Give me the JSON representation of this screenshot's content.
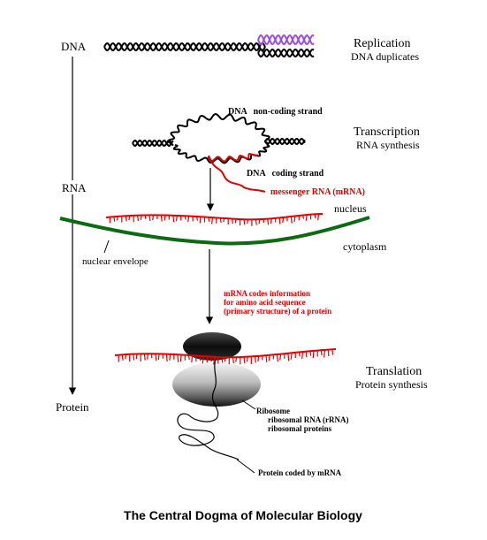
{
  "colors": {
    "ink": "#000000",
    "dna_strand_purple": "#9c4fd6",
    "rna_red": "#e00000",
    "membrane_green": "#0b6a12"
  },
  "left_labels": {
    "dna": "DNA",
    "rna": "RNA",
    "protein": "Protein"
  },
  "replication": {
    "title": "Replication",
    "subtitle": "DNA duplicates"
  },
  "transcription": {
    "title": "Transcription",
    "subtitle": "RNA synthesis",
    "noncoding_label": "DNA   non-coding strand",
    "coding_label": "DNA   coding strand",
    "mrna_label": "messenger RNA (mRNA)"
  },
  "cell": {
    "nucleus": "nucleus",
    "cytoplasm": "cytoplasm",
    "nuclear_envelope": "nuclear envelope"
  },
  "mrna_info": {
    "line1": "mRNA codes information",
    "line2": "for amino acid sequence",
    "line3": "(primary structure) of a protein"
  },
  "translation": {
    "title": "Translation",
    "subtitle": "Protein synthesis",
    "ribosome": "Ribosome",
    "ribosomal_rna": "ribosomal RNA (rRNA)",
    "ribosomal_proteins": "ribosomal proteins",
    "protein_coded": "Protein coded by mRNA"
  },
  "caption": "The Central Dogma of Molecular Biology"
}
